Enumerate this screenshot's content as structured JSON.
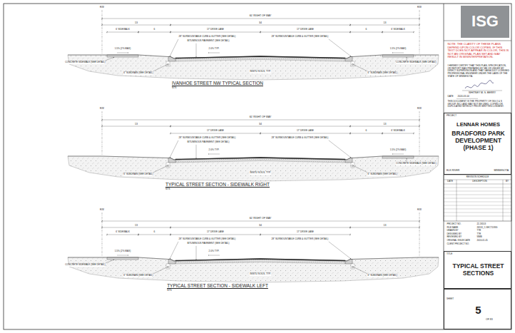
{
  "diagram": {
    "nodes": [
      {
        "text": [
          "ISG"
        ]
      },
      {
        "text": [
          "PROJECT",
          "LENNAR HOMES",
          "BRADFORD PARK DEVELOPMENT (PHASE 1)",
          "ELK RIVER",
          "MINNESOTA"
        ]
      },
      {
        "text": [
          "TITLE",
          "TYPICAL STREET SECTIONS"
        ]
      },
      {
        "text": [
          "SHEET",
          "5",
          "OF 83"
        ]
      }
    ],
    "labels": [
      "R/W",
      "60' RIGHT OF WAY",
      "R/W",
      "13",
      "34",
      "13",
      "6' SIDEWALK",
      "6",
      "17' DRIVE LANE",
      "17' DRIVE LANE",
      "6",
      "6' SIDEWALK",
      "28\" SURMOUNTABLE CURB & GUTTER (SEE DETAIL)",
      "BITUMINOUS PAVEMENT (SEE DETAIL)",
      "28\" SURMOUNTABLE CURB & GUTTER (SEE DETAIL)",
      "2.0% TYP.",
      "1.5% (2% MAX)",
      "1.5% (2% MAX)",
      "CONCRETE SIDEWALK (SEE DETAIL)",
      "6\" SUBDRAIN (SEE DETAIL)",
      "INSITU SOILS, TYP.",
      "6\" SUBDRAIN (SEE DETAIL)",
      "CONCRETE SIDEWALK (SEE DETAIL)",
      "IVANHOE STREET NW TYPICAL SECTION",
      "NTS",
      "R/W",
      "60' RIGHT OF WAY",
      "R/W",
      "13",
      "34",
      "13",
      "17' DRIVE LANE",
      "17' DRIVE LANE",
      "6",
      "6' SIDEWALK",
      "28\" SURMOUNTABLE CURB & GUTTER (SEE DETAIL)",
      "BITUMINOUS PAVEMENT (SEE DETAIL)",
      "28\" SURMOUNTABLE CURB & GUTTER (SEE DETAIL)",
      "2.0% TYP.",
      "1.5% (2% MAX)",
      "6\" SUBDRAIN (SEE DETAIL)",
      "INSITU SOILS, TYP.",
      "6\" SUBDRAIN (SEE DETAIL)",
      "CONCRETE SIDEWALK (SEE DETAIL)",
      "TYPICAL STREET SECTION - SIDEWALK RIGHT",
      "NTS",
      "R/W",
      "60' RIGHT OF WAY",
      "R/W",
      "13",
      "34",
      "13",
      "6' SIDEWALK",
      "6",
      "17' DRIVE LANE",
      "17' DRIVE LANE",
      "28\" SURMOUNTABLE CURB & GUTTER (SEE DETAIL)",
      "BITUMINOUS PAVEMENT (SEE DETAIL)",
      "28\" SURMOUNTABLE CURB & GUTTER (SEE DETAIL)",
      "2.0% TYP.",
      "1.5% (2% MAX)",
      "CONCRETE SIDEWALK (SEE DETAIL)",
      "6\" SUBDRAIN (SEE DETAIL)",
      "INSITU SOILS, TYP.",
      "6\" SUBDRAIN (SEE DETAIL)",
      "TYPICAL STREET SECTION - SIDEWALK LEFT",
      "NTS",
      "NOTE: THE CLARITY OF THESE PLANS DEPEND UPON COLOR COPIES. IF THIS TEXT DOES NOT APPEAR IN COLOR, THIS IS NOT AN ORIGINAL PLAN SET AND MAY RESULT IN MISINTERPRETATION.",
      "I HEREBY CERTIFY THAT THIS PLAN, SPECIFICATION, OR REPORT WAS PREPARED BY ME OR UNDER MY DIRECT SUPERVISION AND THAT I AM A DULY LICENSED PROFESSIONAL ENGINEER UNDER THE LAWS OF THE STATE OF MINNESOTA.",
      "WHITNEY M. S. BERRY",
      "DATE",
      "2024-03-04",
      "THIS DOCUMENT IS THE PROPERTY OF ISG (I & S GROUP, INC.) AND MAY NOT BE USED, COPIED OR DUPLICATED WITHOUT PRIOR WRITTEN CONSENT.",
      "REVISION SCHEDULE",
      "DATE",
      "DESCRIPTION",
      "BY",
      "PROJECT NO.",
      "22-26553",
      "FILE NAME",
      "26553_C-SECT.DWG",
      "DRAWN BY",
      "TTR",
      "DESIGNED BY",
      "TTR",
      "REVIEWED BY",
      "WMB",
      "ORIGINAL ISSUE DATE",
      "2024-01-05",
      "CLIENT PROJECT NO."
    ]
  }
}
